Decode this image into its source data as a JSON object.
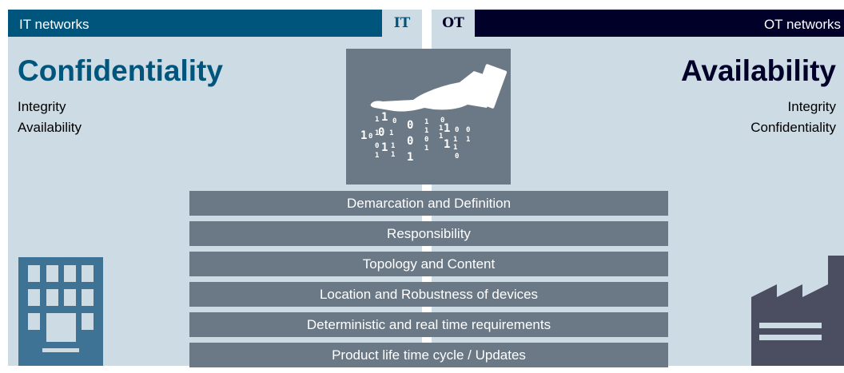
{
  "it": {
    "header_label": "IT networks",
    "tag": "IT",
    "title": "Confidentiality",
    "sub1": "Integrity",
    "sub2": "Availability",
    "color": "#00557d",
    "icon": "office-building-icon"
  },
  "ot": {
    "header_label": "OT networks",
    "tag": "OT",
    "title": "Availability",
    "sub1": "Integrity",
    "sub2": "Confidentiality",
    "color": "#000028",
    "icon": "factory-icon"
  },
  "center": {
    "icon": "hand-touching-binary-data-icon",
    "binary": {
      "col1": [
        "1",
        "1",
        "0",
        "1",
        "1",
        "0",
        "0",
        "1",
        "1",
        "1",
        "1"
      ],
      "col2": [
        "0",
        "0",
        "1",
        "1"
      ],
      "col3": [
        "1",
        "1",
        "0",
        "1"
      ],
      "col4": [
        "0",
        "1",
        "0",
        "1",
        "1",
        "1",
        "1"
      ],
      "col5": [
        "0",
        "1",
        "1",
        "0"
      ]
    }
  },
  "bands": [
    "Demarcation and Definition",
    "Responsibility",
    "Topology and Content",
    "Location and Robustness of devices",
    "Deterministic and real time requirements",
    "Product life time cycle / Updates"
  ],
  "colors": {
    "panel_bg": "#ccdbe4",
    "band_bg": "#6b7885",
    "building_blue": "#3e7396",
    "factory_gray": "#4a4e60"
  }
}
